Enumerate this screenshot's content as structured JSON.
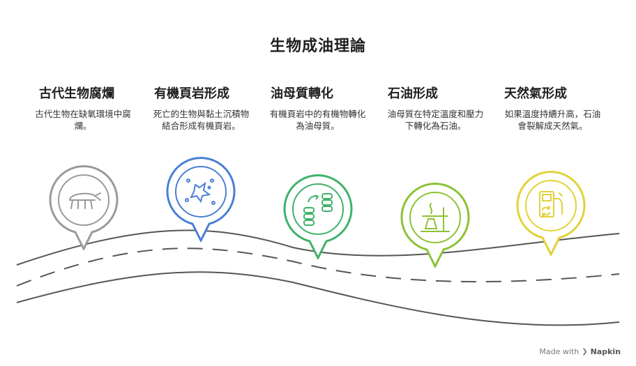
{
  "title": "生物成油理論",
  "steps": [
    {
      "title": "古代生物腐爛",
      "desc": "古代生物在缺氧環境中腐爛。",
      "color": "#9a9a9a",
      "icon": "beetle-icon"
    },
    {
      "title": "有機頁岩形成",
      "desc": "死亡的生物與黏土沉積物結合形成有機頁岩。",
      "color": "#4a7fd4",
      "icon": "splatter-icon"
    },
    {
      "title": "油母質轉化",
      "desc": "有機頁岩中的有機物轉化為油母質。",
      "color": "#3fb26a",
      "icon": "stacks-transform-icon"
    },
    {
      "title": "石油形成",
      "desc": "油母質在特定溫度和壓力下轉化為石油。",
      "color": "#8cc234",
      "icon": "lab-burner-icon"
    },
    {
      "title": "天然氣形成",
      "desc": "如果溫度持續升高，石油會裂解成天然氣。",
      "color": "#e0d238",
      "icon": "gas-pump-icon"
    }
  ],
  "footer": {
    "prefix": "Made with",
    "brand": "Napkin"
  }
}
